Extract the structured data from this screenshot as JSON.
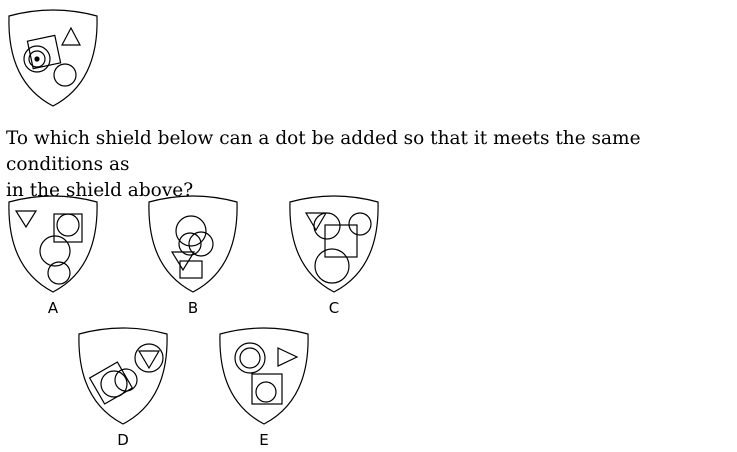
{
  "question": {
    "line1": "To which shield below can a dot be added so that it meets the same conditions as",
    "line2": "in the shield above?"
  },
  "options": [
    {
      "label": "A"
    },
    {
      "label": "B"
    },
    {
      "label": "C"
    },
    {
      "label": "D"
    },
    {
      "label": "E"
    }
  ],
  "icons": {
    "reference": "shield-with-dot-icon",
    "option": "shield-icon"
  }
}
